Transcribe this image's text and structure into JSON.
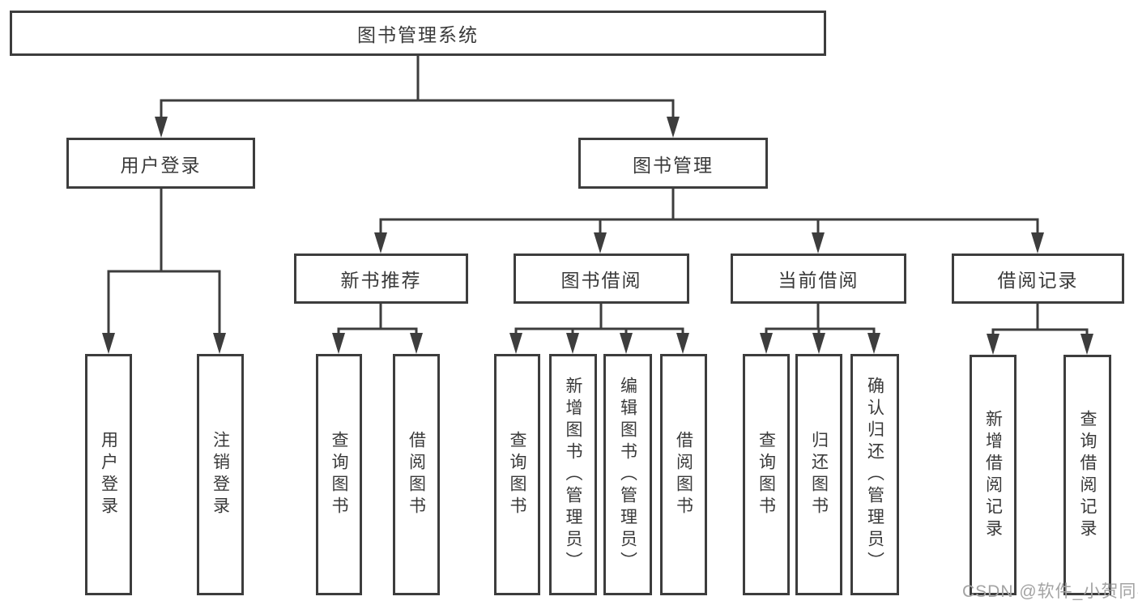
{
  "tree": {
    "root": {
      "label": "图书管理系统",
      "children": [
        {
          "label": "用户登录",
          "children": [
            {
              "label": "用户登录"
            },
            {
              "label": "注销登录"
            }
          ]
        },
        {
          "label": "图书管理",
          "children": [
            {
              "label": "新书推荐",
              "children": [
                {
                  "label": "查询图书"
                },
                {
                  "label": "借阅图书"
                }
              ]
            },
            {
              "label": "图书借阅",
              "children": [
                {
                  "label": "查询图书"
                },
                {
                  "label": "新增图书（管理员）"
                },
                {
                  "label": "编辑图书（管理员）"
                },
                {
                  "label": "借阅图书"
                }
              ]
            },
            {
              "label": "当前借阅",
              "children": [
                {
                  "label": "查询图书"
                },
                {
                  "label": "归还图书"
                },
                {
                  "label": "确认归还（管理员）"
                }
              ]
            },
            {
              "label": "借阅记录",
              "children": [
                {
                  "label": "新增借阅记录"
                },
                {
                  "label": "查询借阅记录"
                }
              ]
            }
          ]
        }
      ]
    }
  },
  "watermark": "CSDN @软件_小贺同学",
  "colors": {
    "line": "#3d3d3d",
    "text": "#3a3a3a",
    "watermark": "#a3a3a3"
  }
}
